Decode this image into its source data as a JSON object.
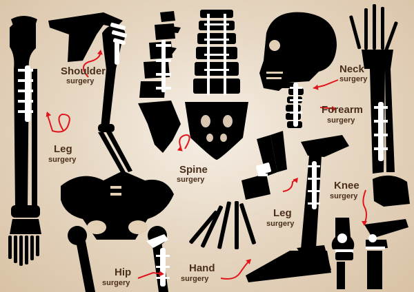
{
  "palette": {
    "bone": "#000000",
    "implant": "#ffffff",
    "arrow": "#e0151b",
    "text": "#4a2e1c",
    "background": "#e2cfb6"
  },
  "labels": {
    "shoulder": {
      "title": "Shoulder",
      "sub": "surgery"
    },
    "leg_left": {
      "title": "Leg",
      "sub": "surgery"
    },
    "spine": {
      "title": "Spine",
      "sub": "surgery"
    },
    "neck": {
      "title": "Neck",
      "sub": "surgery"
    },
    "forearm": {
      "title": "Forearm",
      "sub": "surgery"
    },
    "leg_right": {
      "title": "Leg",
      "sub": "surgery"
    },
    "knee": {
      "title": "Knee",
      "sub": "surgery"
    },
    "hip": {
      "title": "Hip",
      "sub": "surgery"
    },
    "hand": {
      "title": "Hand",
      "sub": "surgery"
    }
  },
  "illustrations": [
    "leg-bones",
    "shoulder-bones",
    "lumbar-spine",
    "spine-pelvis",
    "skull-neck",
    "hand-forearm",
    "pelvis-hip",
    "hand-wrist",
    "foot-ankle",
    "knee-joints"
  ]
}
